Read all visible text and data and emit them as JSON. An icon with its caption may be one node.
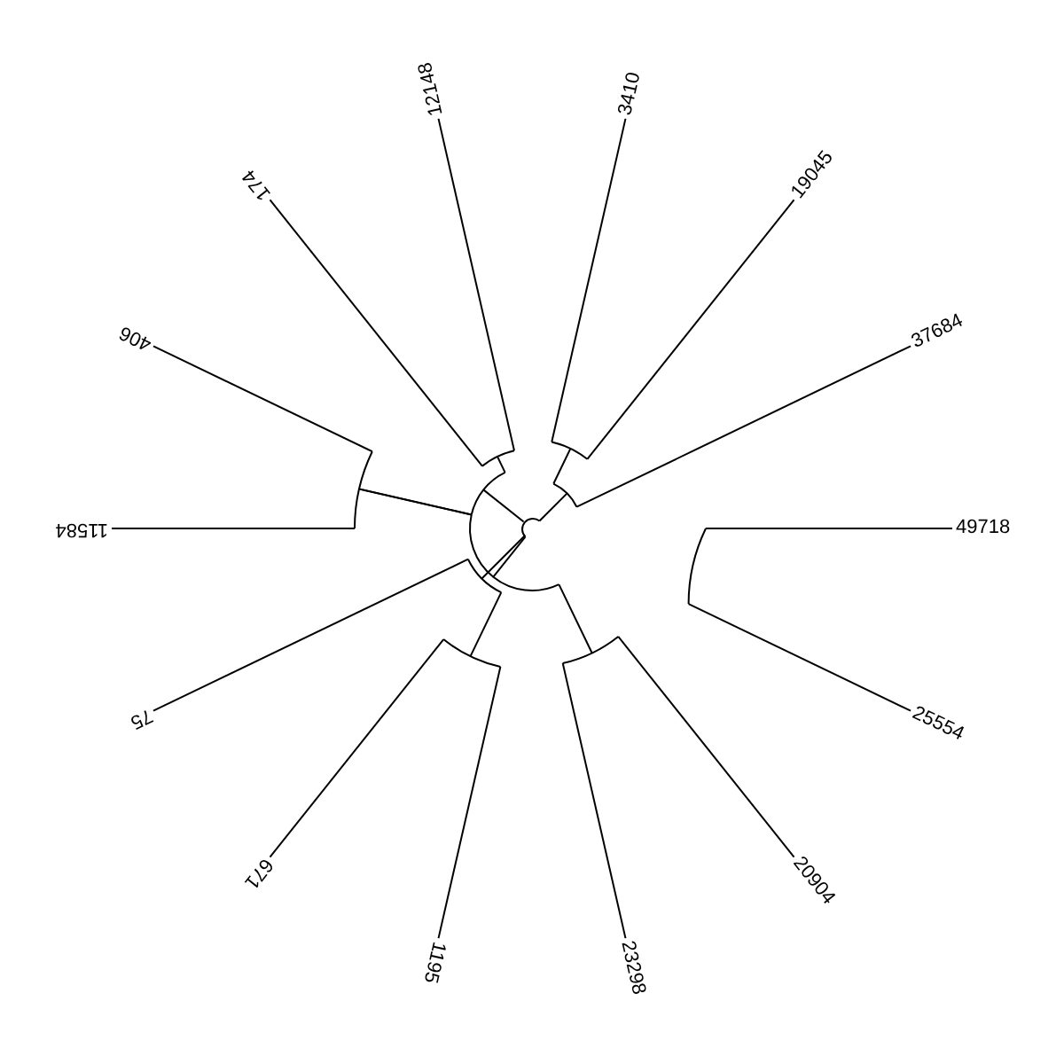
{
  "diagram": {
    "labels": [
      "49718",
      "37684",
      "19045",
      "3410",
      "12148",
      "174",
      "406",
      "11584",
      "75",
      "671",
      "1195",
      "23298",
      "20904",
      "25554"
    ]
  }
}
